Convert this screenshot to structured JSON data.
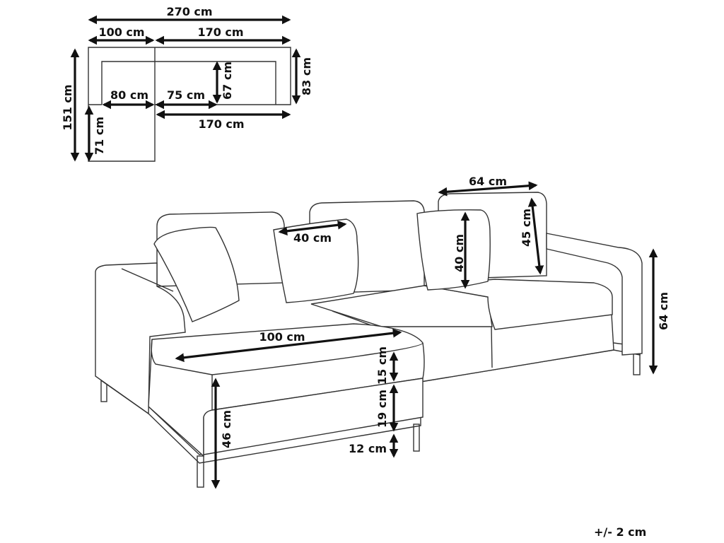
{
  "plan": {
    "total_width": "270 cm",
    "chaise_width": "100 cm",
    "main_width": "170 cm",
    "total_depth": "151 cm",
    "chaise_extension": "71 cm",
    "chaise_seat_width": "80 cm",
    "seat_width_part": "75 cm",
    "seat_depth": "67 cm",
    "main_depth": "83 cm",
    "main_seat_width": "170 cm"
  },
  "sofa": {
    "back_cushion_width": "64 cm",
    "back_cushion_height": "45 cm",
    "pillow_height": "40 cm",
    "pillow_width": "40 cm",
    "chaise_length": "100 cm",
    "cushion_thickness": "15 cm",
    "base_height": "19 cm",
    "leg_height": "12 cm",
    "seat_height": "46 cm",
    "total_height": "64 cm"
  },
  "tolerance": "+/- 2 cm"
}
